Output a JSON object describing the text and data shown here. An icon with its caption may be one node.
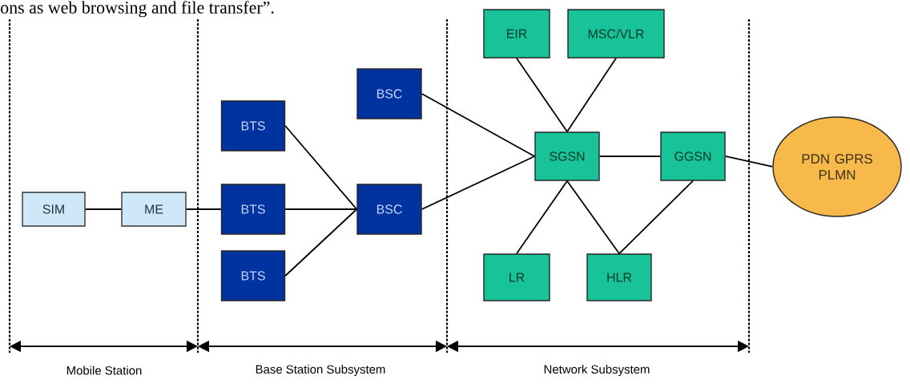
{
  "diagram": {
    "nodes": [
      {
        "text": [
          "SIM"
        ]
      },
      {
        "text": [
          "ME"
        ]
      },
      {
        "text": [
          "BTS"
        ]
      },
      {
        "text": [
          "BTS"
        ]
      },
      {
        "text": [
          "BTS"
        ]
      },
      {
        "text": [
          "BSC"
        ]
      },
      {
        "text": [
          "BSC"
        ]
      },
      {
        "text": [
          "EIR"
        ]
      },
      {
        "text": [
          "MSC/VLR"
        ]
      },
      {
        "text": [
          "SGSN"
        ]
      },
      {
        "text": [
          "GGSN"
        ]
      },
      {
        "text": [
          "PDN GPRS PLMN"
        ]
      },
      {
        "text": [
          "LR"
        ]
      },
      {
        "text": [
          "HLR"
        ]
      }
    ],
    "edges": [
      {
        "from": 0,
        "to": 1,
        "arrow": "none"
      },
      {
        "from": 1,
        "to": 3,
        "arrow": "none"
      },
      {
        "from": 2,
        "to": 6,
        "arrow": "none"
      },
      {
        "from": 3,
        "to": 6,
        "arrow": "none"
      },
      {
        "from": 4,
        "to": 6,
        "arrow": "none"
      },
      {
        "from": 5,
        "to": 9,
        "arrow": "none"
      },
      {
        "from": 6,
        "to": 9,
        "arrow": "none"
      },
      {
        "from": 7,
        "to": 9,
        "arrow": "none"
      },
      {
        "from": 8,
        "to": 9,
        "arrow": "none"
      },
      {
        "from": 9,
        "to": 10,
        "arrow": "none"
      },
      {
        "from": 10,
        "to": 11,
        "arrow": "none"
      },
      {
        "from": 9,
        "to": 12,
        "arrow": "none"
      },
      {
        "from": 9,
        "to": 13,
        "arrow": "none"
      },
      {
        "from": 10,
        "to": 13,
        "arrow": "none"
      }
    ],
    "labels": [
      "ons as web browsing and file transfer”.",
      "Mobile Station",
      "Base Station Subsystem",
      "Network Subsystem"
    ]
  }
}
